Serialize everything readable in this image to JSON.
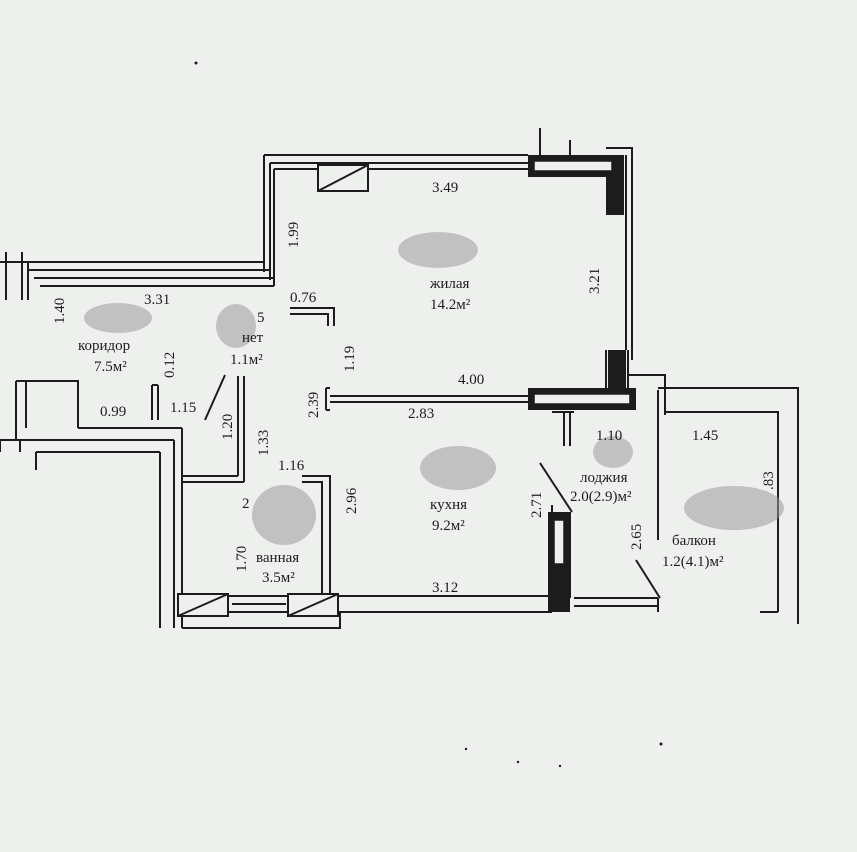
{
  "rooms": {
    "living": {
      "name": "жилая",
      "area": "14.2м²"
    },
    "corridor": {
      "name": "коридор",
      "area": "7.5м²"
    },
    "toilet": {
      "name": "нет",
      "area": "1.1м²"
    },
    "kitchen": {
      "name": "кухня",
      "area": "9.2м²"
    },
    "bathroom": {
      "name": "ванная",
      "area": "3.5м²"
    },
    "loggia": {
      "name": "лоджия",
      "area": "2.0(2.9)м²"
    },
    "balcony": {
      "name": "балкон",
      "area": "1.2(4.1)м²"
    }
  },
  "dimensions": {
    "d349": "3.49",
    "d199": "1.99",
    "d321": "3.21",
    "d076": "0.76",
    "d140": "1.40",
    "d331": "3.31",
    "d5": "5",
    "d119": "1.19",
    "d012": "0.12",
    "d099": "0.99",
    "d115": "1.15",
    "d120": "1.20",
    "d133": "1.33",
    "d239": "2.39",
    "d400": "4.00",
    "d283": "2.83",
    "d110": "1.10",
    "d145": "1.45",
    "d116": "1.16",
    "d296": "2.96",
    "d2": "2",
    "d271": "2.71",
    "d83": ".83",
    "d265": "2.65",
    "d170": "1.70",
    "d312": "3.12"
  },
  "colors": {
    "paper": "#eef0ee",
    "wall": "#1c1c1c",
    "redaction": "#9a9a9a"
  }
}
